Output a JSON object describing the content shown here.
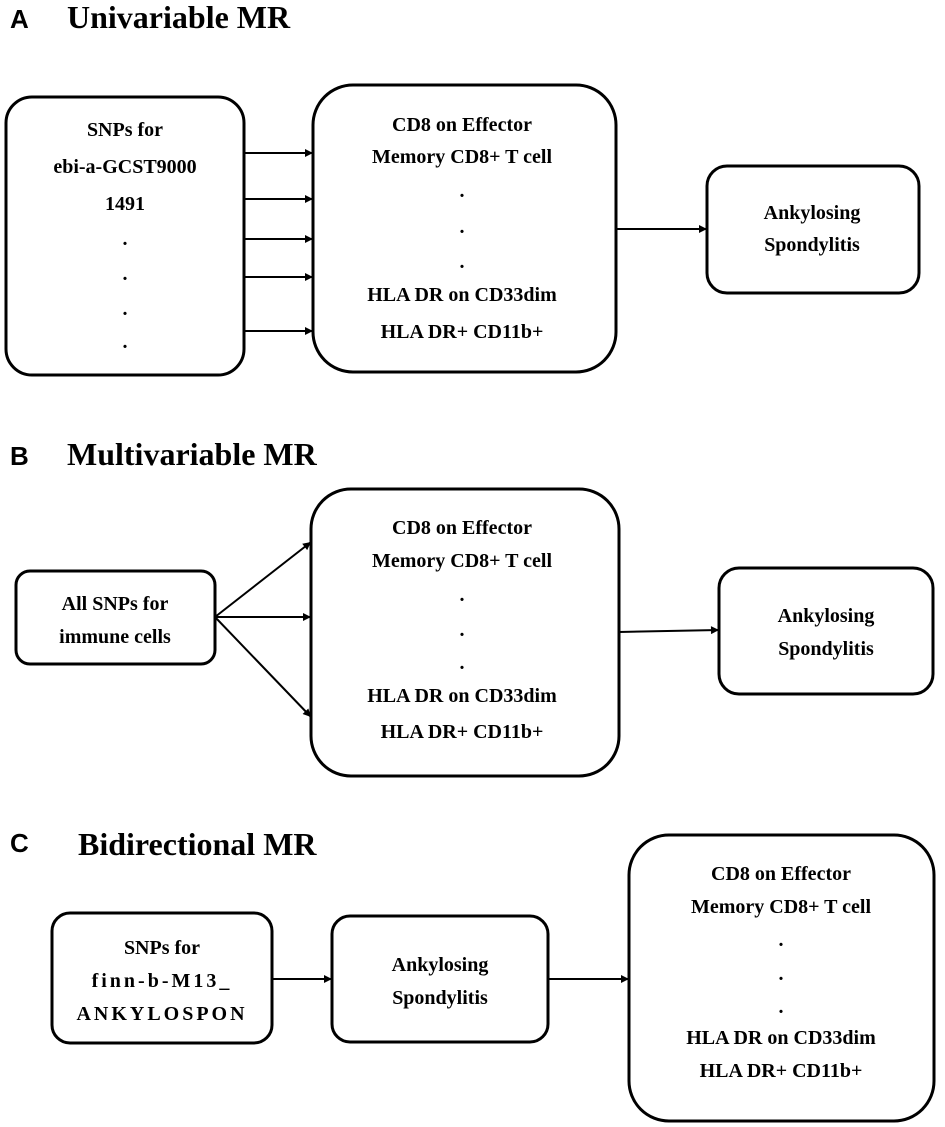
{
  "panel_a": {
    "letter": "A",
    "title": "Univariable MR",
    "snps": {
      "line1": "SNPs for",
      "line2": "ebi-a-GCST9000",
      "line3": "1491",
      "dot": "."
    },
    "cells": {
      "line1": "CD8 on Effector",
      "line2": "Memory CD8+ T cell",
      "dot": ".",
      "line3": "HLA DR on CD33dim",
      "line4": "HLA DR+ CD11b+"
    },
    "outcome": {
      "line1": "Ankylosing",
      "line2": "Spondylitis"
    }
  },
  "panel_b": {
    "letter": "B",
    "title": "Multivariable MR",
    "snps": {
      "line1": "All SNPs for",
      "line2": "immune cells"
    },
    "cells": {
      "line1": "CD8 on Effector",
      "line2": "Memory CD8+ T cell",
      "dot": ".",
      "line3": "HLA DR on CD33dim",
      "line4": "HLA DR+ CD11b+"
    },
    "outcome": {
      "line1": "Ankylosing",
      "line2": "Spondylitis"
    }
  },
  "panel_c": {
    "letter": "C",
    "title": "Bidirectional MR",
    "snps": {
      "line1": "SNPs for",
      "line2": "finn-b-M13_",
      "line3": "ANKYLOSPON"
    },
    "exposure": {
      "line1": "Ankylosing",
      "line2": "Spondylitis"
    },
    "cells": {
      "line1": "CD8 on Effector",
      "line2": "Memory CD8+ T cell",
      "dot": ".",
      "line3": "HLA DR on CD33dim",
      "line4": "HLA DR+ CD11b+"
    }
  }
}
